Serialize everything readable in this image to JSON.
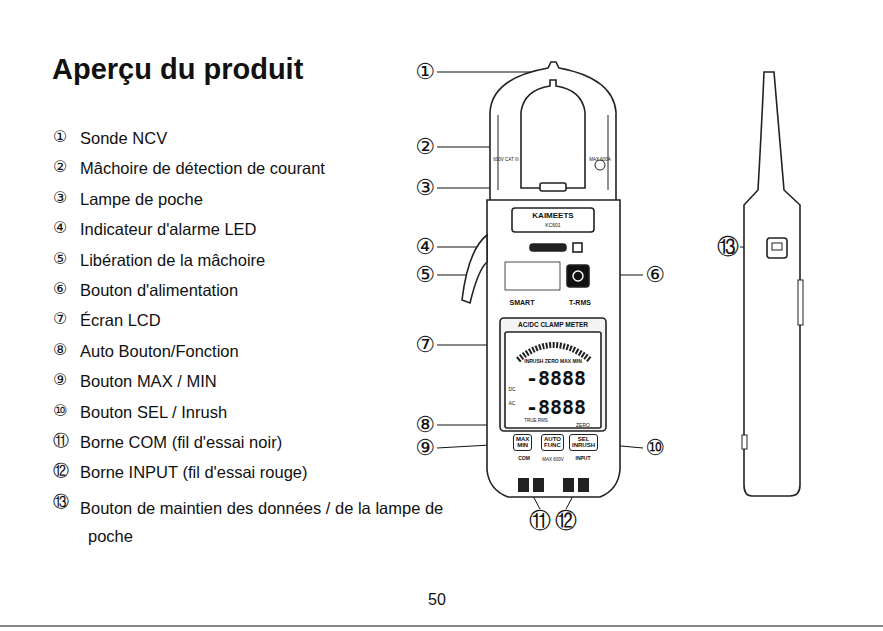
{
  "diagram": {
    "title": "Aperçu du produit",
    "nodes": [
      {
        "text": [
          "MAX MIN"
        ]
      },
      {
        "text": [
          "AUTO FUNC"
        ]
      },
      {
        "text": [
          "SEL INRUSH"
        ]
      }
    ],
    "labels": [
      "①",
      "Sonde NCV",
      "②",
      "Mâchoire de détection de courant",
      "③",
      "Lampe de poche",
      "④",
      "Indicateur d'alarme LED",
      "⑤",
      "Libération de la mâchoire",
      "⑥",
      "Bouton d'alimentation",
      "⑦",
      "Écran LCD",
      "⑧",
      "Auto Bouton/Fonction",
      "⑨",
      "Bouton MAX / MIN",
      "⑩",
      "Bouton SEL / Inrush",
      "⑪",
      "Borne COM (fil d'essai noir)",
      "⑫",
      "Borne INPUT (fil d'essai rouge)",
      "⑬",
      "Bouton de maintien des données / de la lampe de poche",
      "①",
      "②",
      "③",
      "④",
      "⑤",
      "⑥",
      "⑦",
      "⑧",
      "⑨",
      "⑩",
      "⑪",
      "⑫",
      "⑬",
      "KAIMEETS",
      "KC601",
      "SMART",
      "T-RMS",
      "AC/DC CLAMP METER",
      "INRUSH ZERO MAX MIN",
      "-8888",
      "-8888",
      "DC",
      "AC",
      "ZERO",
      "COM",
      "MAX 600V",
      "INPUT",
      "600V CAT III",
      "MAX 600A",
      "TRUE RMS",
      "50"
    ]
  }
}
